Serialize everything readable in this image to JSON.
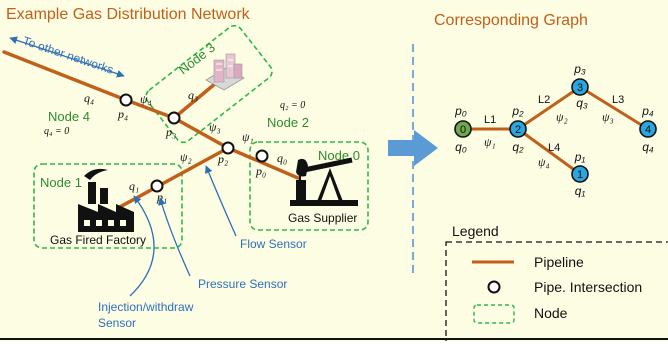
{
  "left_panel": {
    "title": "Example Gas Distribution Network",
    "other_networks": "To other networks",
    "nodes": {
      "node0": "Node 0",
      "node1": "Node 1",
      "node2": "Node 2",
      "node3": "Node 3",
      "node4": "Node 4"
    },
    "conditions": {
      "q2_zero": "q₂ = 0",
      "q4_zero": "q₄ = 0"
    },
    "facilities": {
      "gas_supplier": "Gas Supplier",
      "factory": "Gas Fired Factory"
    },
    "sensors": {
      "flow": "Flow Sensor",
      "pressure": "Pressure Sensor",
      "injection_line1": "Injection/withdraw",
      "injection_line2": "Sensor"
    },
    "symbols": {
      "q4": "q₄",
      "p4": "p₄",
      "psi4": "ψ₄",
      "q3": "q₃",
      "p3": "p₃",
      "psi3": "ψ₃",
      "psi1": "ψ₁",
      "p2": "p₂",
      "psi2": "ψ₂",
      "q0": "q₀",
      "p0": "p₀",
      "q1": "q₁",
      "p1": "p₁"
    }
  },
  "right_panel": {
    "title": "Corresponding Graph",
    "graph": {
      "nodes": [
        {
          "id": "0",
          "p": "p₀",
          "q": "q₀",
          "color": "#6fa84e"
        },
        {
          "id": "1",
          "p": "p₁",
          "q": "q₁",
          "color": "#2aa7e0"
        },
        {
          "id": "2",
          "p": "p₂",
          "q": "q₂",
          "color": "#2aa7e0"
        },
        {
          "id": "3",
          "p": "p₃",
          "q": "q₃",
          "color": "#2aa7e0"
        },
        {
          "id": "4",
          "p": "p₄",
          "q": "q₄",
          "color": "#2aa7e0"
        }
      ],
      "edges": [
        {
          "label": "L1",
          "psi": "ψ₁"
        },
        {
          "label": "L2",
          "psi": "ψ₂"
        },
        {
          "label": "L3",
          "psi": "ψ₃"
        },
        {
          "label": "L4",
          "psi": "ψ₄"
        }
      ]
    },
    "legend": {
      "title": "Legend",
      "pipeline": "Pipeline",
      "intersection": "Pipe. Intersection",
      "node": "Node"
    }
  },
  "colors": {
    "pipe": "#c0601a",
    "node_box": "#2eb84a",
    "arrow": "#4a8fd6",
    "sensor_text": "#2f6fba",
    "divider": "#4a8fd6"
  }
}
